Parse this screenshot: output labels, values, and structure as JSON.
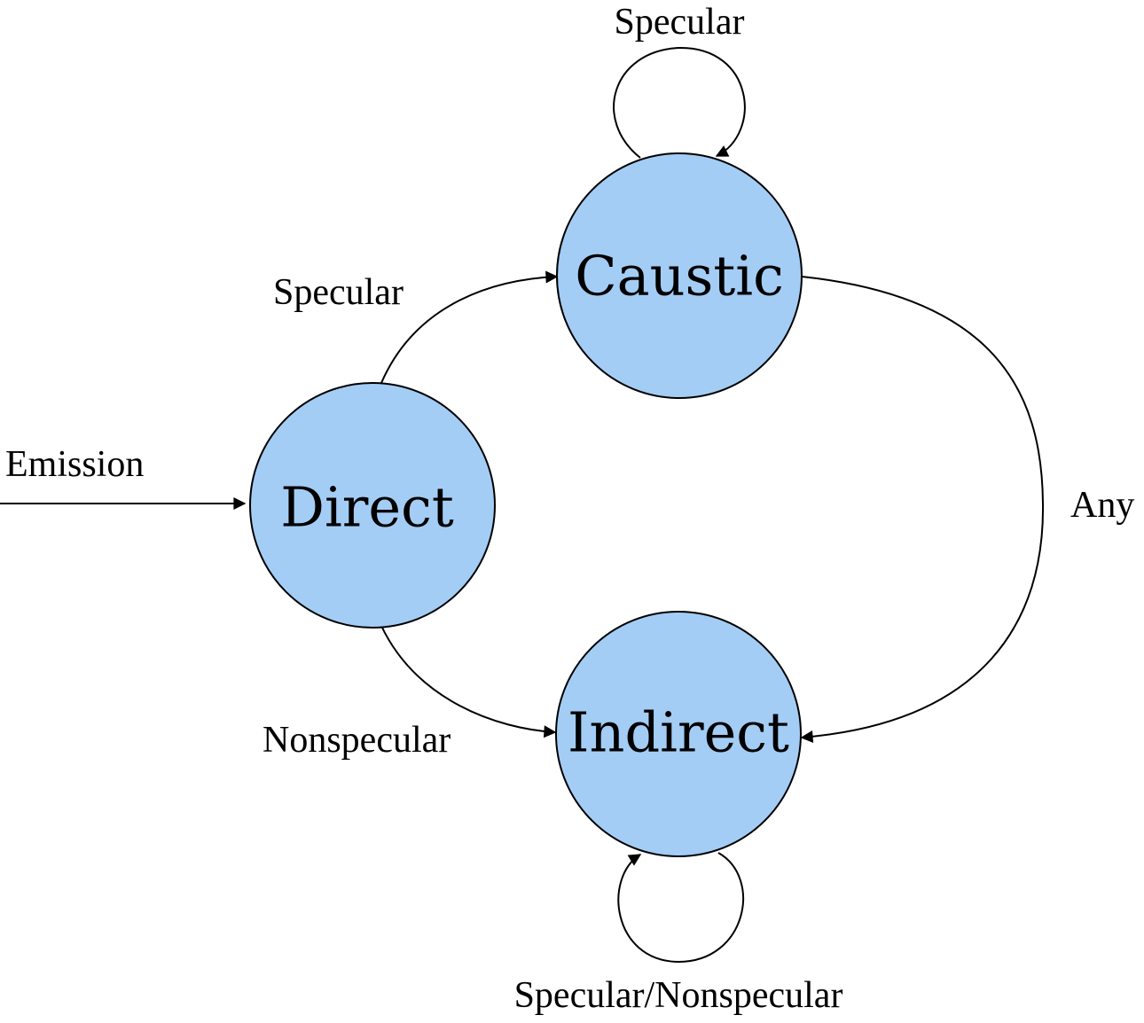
{
  "nodes": {
    "caustic": {
      "label": "Caustic"
    },
    "direct": {
      "label": "Direct"
    },
    "indirect": {
      "label": "Indirect"
    }
  },
  "edges": {
    "emission": {
      "label": "Emission"
    },
    "direct_to_caustic": {
      "label": "Specular"
    },
    "caustic_self_loop": {
      "label": "Specular"
    },
    "caustic_to_indirect": {
      "label": "Any"
    },
    "direct_to_indirect": {
      "label": "Nonspecular"
    },
    "indirect_self_loop": {
      "label": "Specular/Nonspecular"
    }
  },
  "colors": {
    "node_fill": "#a3cdf5",
    "stroke": "#000000",
    "background": "#ffffff"
  }
}
